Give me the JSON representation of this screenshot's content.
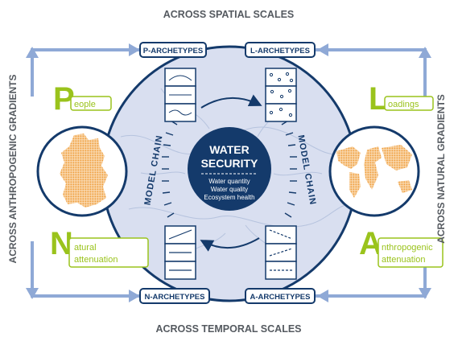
{
  "edges": {
    "top": "ACROSS SPATIAL SCALES",
    "bottom": "ACROSS TEMPORAL SCALES",
    "left": "ACROSS ANTHROPOGENIC GRADIENTS",
    "right": "ACROSS NATURAL GRADIENTS"
  },
  "archetypes": {
    "p": "P-ARCHETYPES",
    "l": "L-ARCHETYPES",
    "n": "N-ARCHETYPES",
    "a": "A-ARCHETYPES"
  },
  "center": {
    "title_line1": "WATER",
    "title_line2": "SECURITY",
    "items": [
      "Water quantity",
      "Water quality",
      "Ecosystem health"
    ]
  },
  "model_chain": {
    "left": "MODEL CHAIN",
    "right": "MODEL CHAIN"
  },
  "corners": {
    "people": {
      "letter": "P",
      "rest": "eople"
    },
    "loadings": {
      "letter": "L",
      "rest": "oadings"
    },
    "natural": {
      "letter": "N",
      "rest1": "atural",
      "rest2": "attenuation"
    },
    "anthropogenic": {
      "letter": "A",
      "rest1": "nthropogenic",
      "rest2": "attenuation"
    }
  },
  "colors": {
    "navy": "#143a6b",
    "accent_green": "#9ac31c",
    "orange": "#f0a040",
    "arrow_blue": "#8fa9d6",
    "circle_fill": "#d9dff0"
  }
}
